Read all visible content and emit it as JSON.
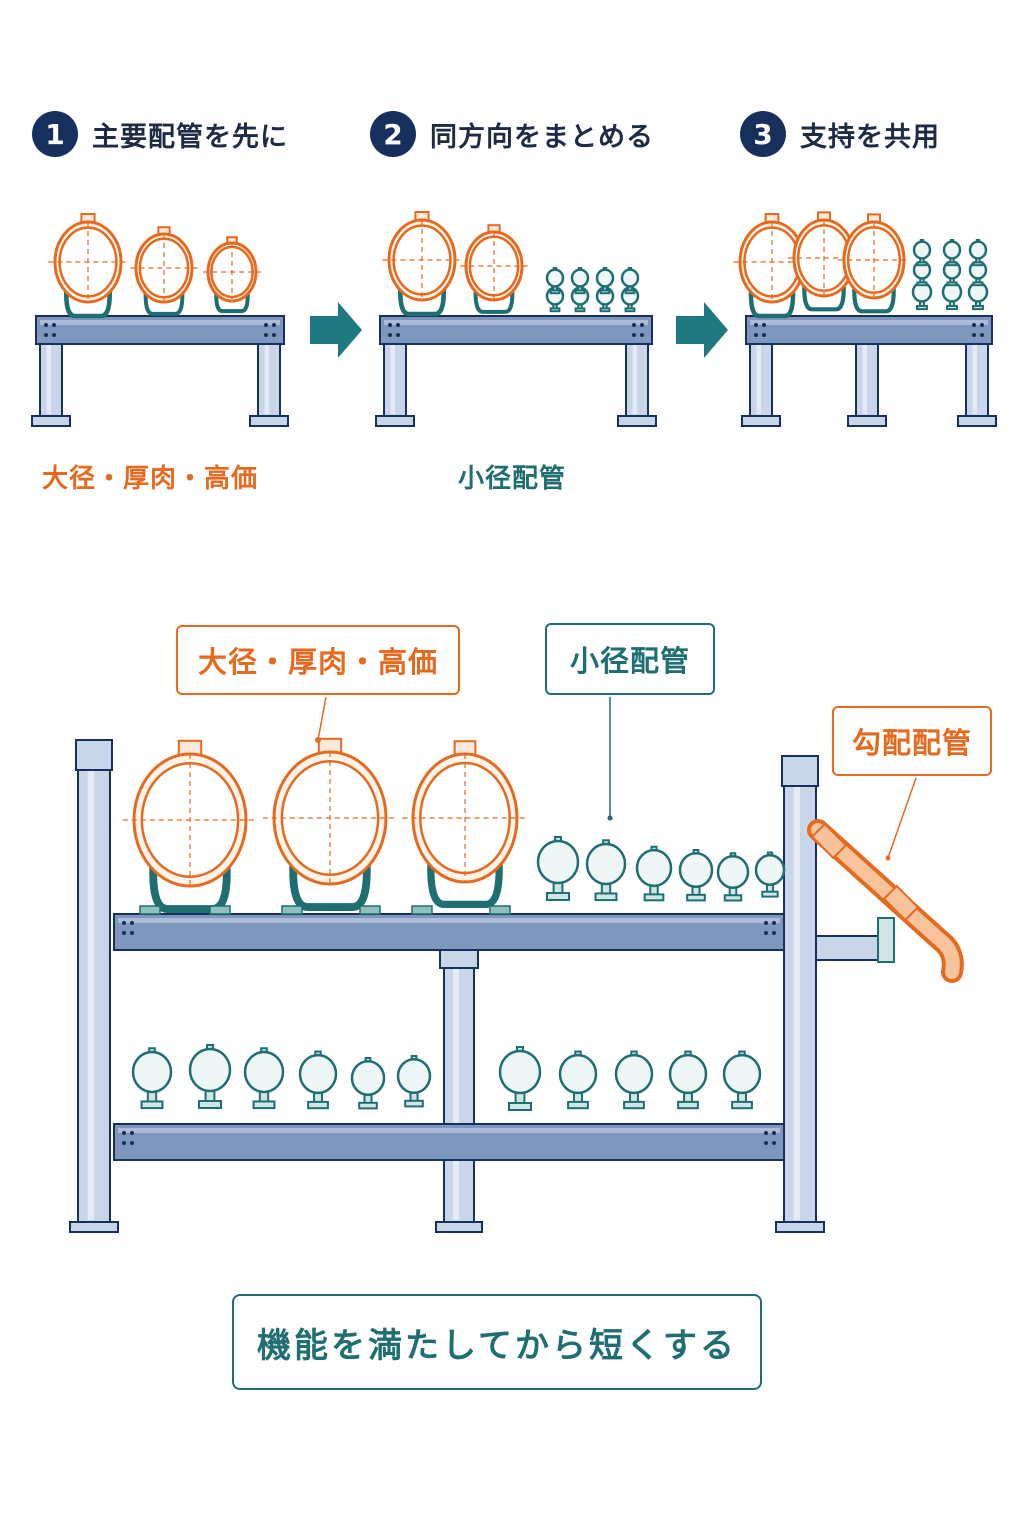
{
  "steps": [
    {
      "number": "1",
      "title": "主要配管を先に"
    },
    {
      "number": "2",
      "title": "同方向をまとめる"
    },
    {
      "number": "3",
      "title": "支持を共用"
    }
  ],
  "captions": {
    "large_pipes": "大径・厚肉・高価",
    "small_pipes": "小径配管"
  },
  "callouts": {
    "large_pipes": "大径・厚肉・高価",
    "small_pipes": "小径配管",
    "sloped_pipe": "勾配配管"
  },
  "footer": {
    "text": "機能を満たしてから短くする"
  },
  "colors": {
    "navy": "#172f5c",
    "steel": "#7f97bd",
    "steel_light": "#c9d6ea",
    "orange": "#e66a1e",
    "teal": "#1e6e72"
  },
  "icons": [
    "arrow-right-icon",
    "arrow-right-icon"
  ]
}
